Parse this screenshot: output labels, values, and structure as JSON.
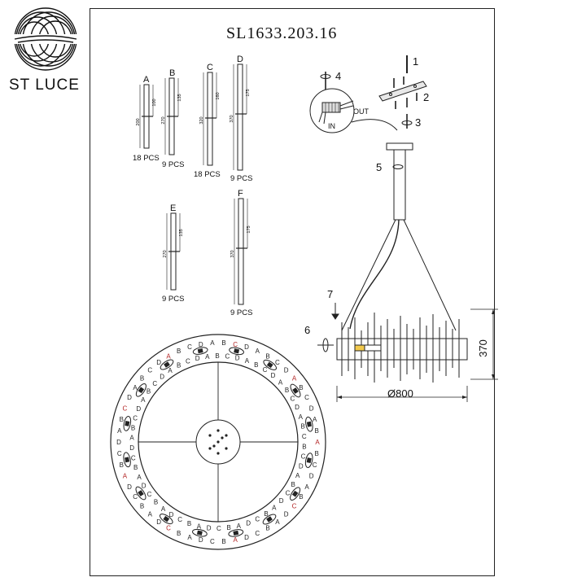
{
  "brand": {
    "name": "ST LUCE",
    "logo": "concentric-swirl-logo"
  },
  "model_number": "SL1633.203.16",
  "rods": [
    {
      "letter": "A",
      "total": "200",
      "mark": "100",
      "pcs": "18 PCS"
    },
    {
      "letter": "B",
      "total": "270",
      "mark": "135",
      "pcs": "9 PCS"
    },
    {
      "letter": "C",
      "total": "320",
      "mark": "160",
      "pcs": "18 PCS"
    },
    {
      "letter": "D",
      "total": "370",
      "mark": "175",
      "pcs": "9 PCS"
    },
    {
      "letter": "E",
      "total": "270",
      "mark": "135",
      "pcs": "9 PCS"
    },
    {
      "letter": "F",
      "total": "370",
      "mark": "175",
      "pcs": "9 PCS"
    }
  ],
  "steps": [
    "1",
    "2",
    "3",
    "4",
    "5",
    "6",
    "7"
  ],
  "wiring": {
    "out_label": "OUT",
    "in_label": "IN"
  },
  "dimensions": {
    "diameter": "Ø800",
    "height": "370"
  },
  "plan_labels": [
    "A",
    "B",
    "C",
    "D"
  ],
  "colors": {
    "line": "#222222",
    "marker": "#b22222"
  }
}
